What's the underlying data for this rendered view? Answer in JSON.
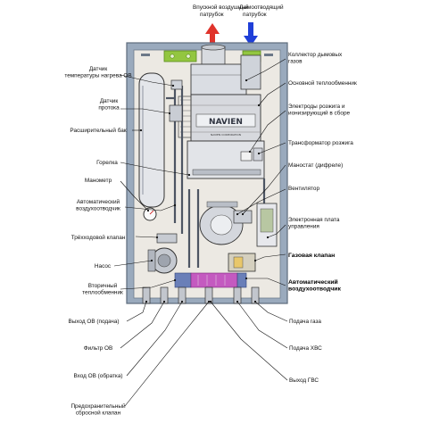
{
  "top": {
    "air_inlet": [
      "Впускной воздушный",
      "патрубок"
    ],
    "flue_outlet": [
      "Дымоотводящий",
      "патрубок"
    ]
  },
  "colors": {
    "air_arrow": "#e0332b",
    "flue_arrow": "#1f3fd8",
    "housing": "#8fa0b4",
    "interior": "#ece9e3",
    "pipe_blue": "#6a7fb8",
    "pipe_pink": "#c45ac0",
    "green_bracket": "#93c640"
  },
  "left_labels": [
    {
      "id": "ov-temp-sensor",
      "lines": [
        "Датчик",
        "температуры нагрева ОВ"
      ]
    },
    {
      "id": "flow-sensor",
      "lines": [
        "Датчик",
        "протока"
      ]
    },
    {
      "id": "expansion-tank",
      "lines": [
        "Расширительный бак"
      ]
    },
    {
      "id": "burner",
      "lines": [
        "Горелка"
      ]
    },
    {
      "id": "manometer",
      "lines": [
        "Манометр"
      ]
    },
    {
      "id": "auto-air-vent",
      "lines": [
        "Автоматический",
        "воздухоотводчик"
      ]
    },
    {
      "id": "three-way-valve",
      "lines": [
        "Трёхходовой клапан"
      ]
    },
    {
      "id": "pump",
      "lines": [
        "Насос"
      ]
    },
    {
      "id": "secondary-hx",
      "lines": [
        "Вторичный",
        "теплообменник"
      ]
    }
  ],
  "right_labels": [
    {
      "id": "flue-collector",
      "lines": [
        "Коллектор дымовых",
        "газов"
      ],
      "bold": false
    },
    {
      "id": "main-hx",
      "lines": [
        "Основной теплообменник"
      ],
      "bold": false
    },
    {
      "id": "ignition-electrodes",
      "lines": [
        "Электроды розжига и",
        "ионизирующий в сборе"
      ],
      "bold": false
    },
    {
      "id": "ignition-transformer",
      "lines": [
        "Трансформатор розжига"
      ],
      "bold": false
    },
    {
      "id": "manostat",
      "lines": [
        "Маностат (дифреле)"
      ],
      "bold": false
    },
    {
      "id": "fan",
      "lines": [
        "Вентилятор"
      ],
      "bold": false
    },
    {
      "id": "control-board",
      "lines": [
        "Электронная плата",
        "управления"
      ],
      "bold": false
    },
    {
      "id": "gas-valve",
      "lines": [
        "Газовая клапан"
      ],
      "bold": true
    },
    {
      "id": "auto-air-vent-right",
      "lines": [
        "Автоматический",
        "воздухоотводчик"
      ],
      "bold": true
    }
  ],
  "bottom_left_labels": [
    {
      "id": "ov-supply",
      "lines": [
        "Выход ОВ (подача)"
      ]
    },
    {
      "id": "ov-filter",
      "lines": [
        "Фильтр  ОВ"
      ]
    },
    {
      "id": "ov-return",
      "lines": [
        "Вход ОВ (обратка)"
      ]
    },
    {
      "id": "safety-valve",
      "lines": [
        "Предохранительный",
        "сбросной клапан"
      ]
    }
  ],
  "bottom_right_labels": [
    {
      "id": "gas-supply",
      "lines": [
        "Подача газа"
      ]
    },
    {
      "id": "cold-water-supply",
      "lines": [
        "Подача ХВС"
      ]
    },
    {
      "id": "hot-water-outlet",
      "lines": [
        "Выход ГВС"
      ]
    }
  ],
  "brand": "NAVIEN",
  "brand_sub": "NAVIEN CORPORATION"
}
